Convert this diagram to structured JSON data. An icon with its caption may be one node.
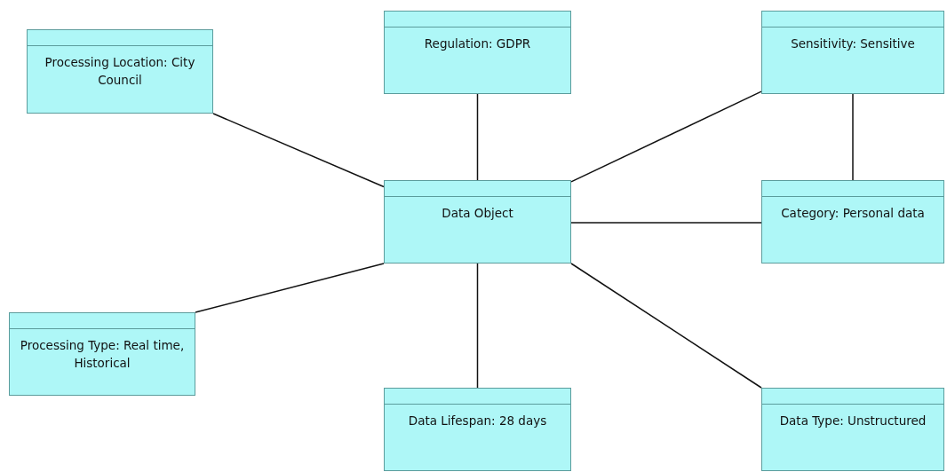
{
  "diagram": {
    "nodes": [
      {
        "text": [
          "Data Object"
        ]
      },
      {
        "text": [
          "Processing Location: City Council"
        ]
      },
      {
        "text": [
          "Regulation: GDPR"
        ]
      },
      {
        "text": [
          "Sensitivity: Sensitive"
        ]
      },
      {
        "text": [
          "Category: Personal data"
        ]
      },
      {
        "text": [
          "Processing Type: Real time, Historical"
        ]
      },
      {
        "text": [
          "Data Lifespan: 28 days"
        ]
      },
      {
        "text": [
          "Data Type: Unstructured"
        ]
      }
    ],
    "edges": [
      {
        "from": 1,
        "to": 0,
        "arrow": "none"
      },
      {
        "from": 2,
        "to": 0,
        "arrow": "none"
      },
      {
        "from": 3,
        "to": 0,
        "arrow": "none"
      },
      {
        "from": 3,
        "to": 4,
        "arrow": "none"
      },
      {
        "from": 0,
        "to": 4,
        "arrow": "none"
      },
      {
        "from": 5,
        "to": 0,
        "arrow": "none"
      },
      {
        "from": 0,
        "to": 6,
        "arrow": "none"
      },
      {
        "from": 0,
        "to": 7,
        "arrow": "none"
      }
    ]
  }
}
